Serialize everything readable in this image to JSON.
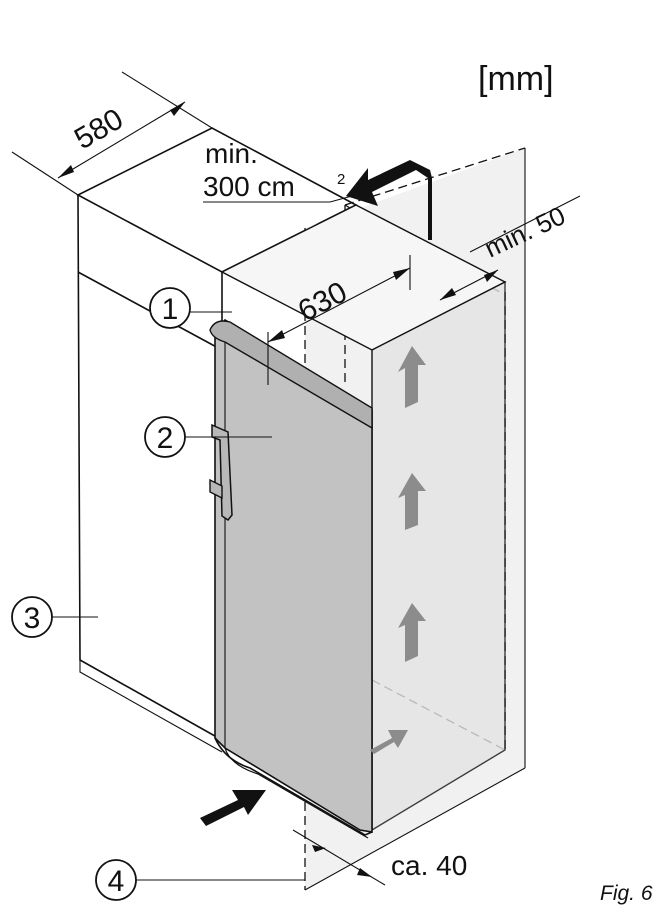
{
  "units_label": "[mm]",
  "dimensions": {
    "depth_580": "580",
    "depth_630": "630",
    "vent_area_line1": "min.",
    "vent_area_line2": "300 cm",
    "vent_area_superscript": "2",
    "top_gap": "min. 50",
    "bottom_gap": "ca. 40"
  },
  "callouts": [
    {
      "number": "1"
    },
    {
      "number": "2"
    },
    {
      "number": "3"
    },
    {
      "number": "4"
    }
  ],
  "figure_caption": "Fig. 6",
  "colors": {
    "appliance_body": "#c2c2c2",
    "airflow_zone": "#efefef",
    "airflow_arrow": "#8c8c8c",
    "intake_arrow": "#111111"
  }
}
